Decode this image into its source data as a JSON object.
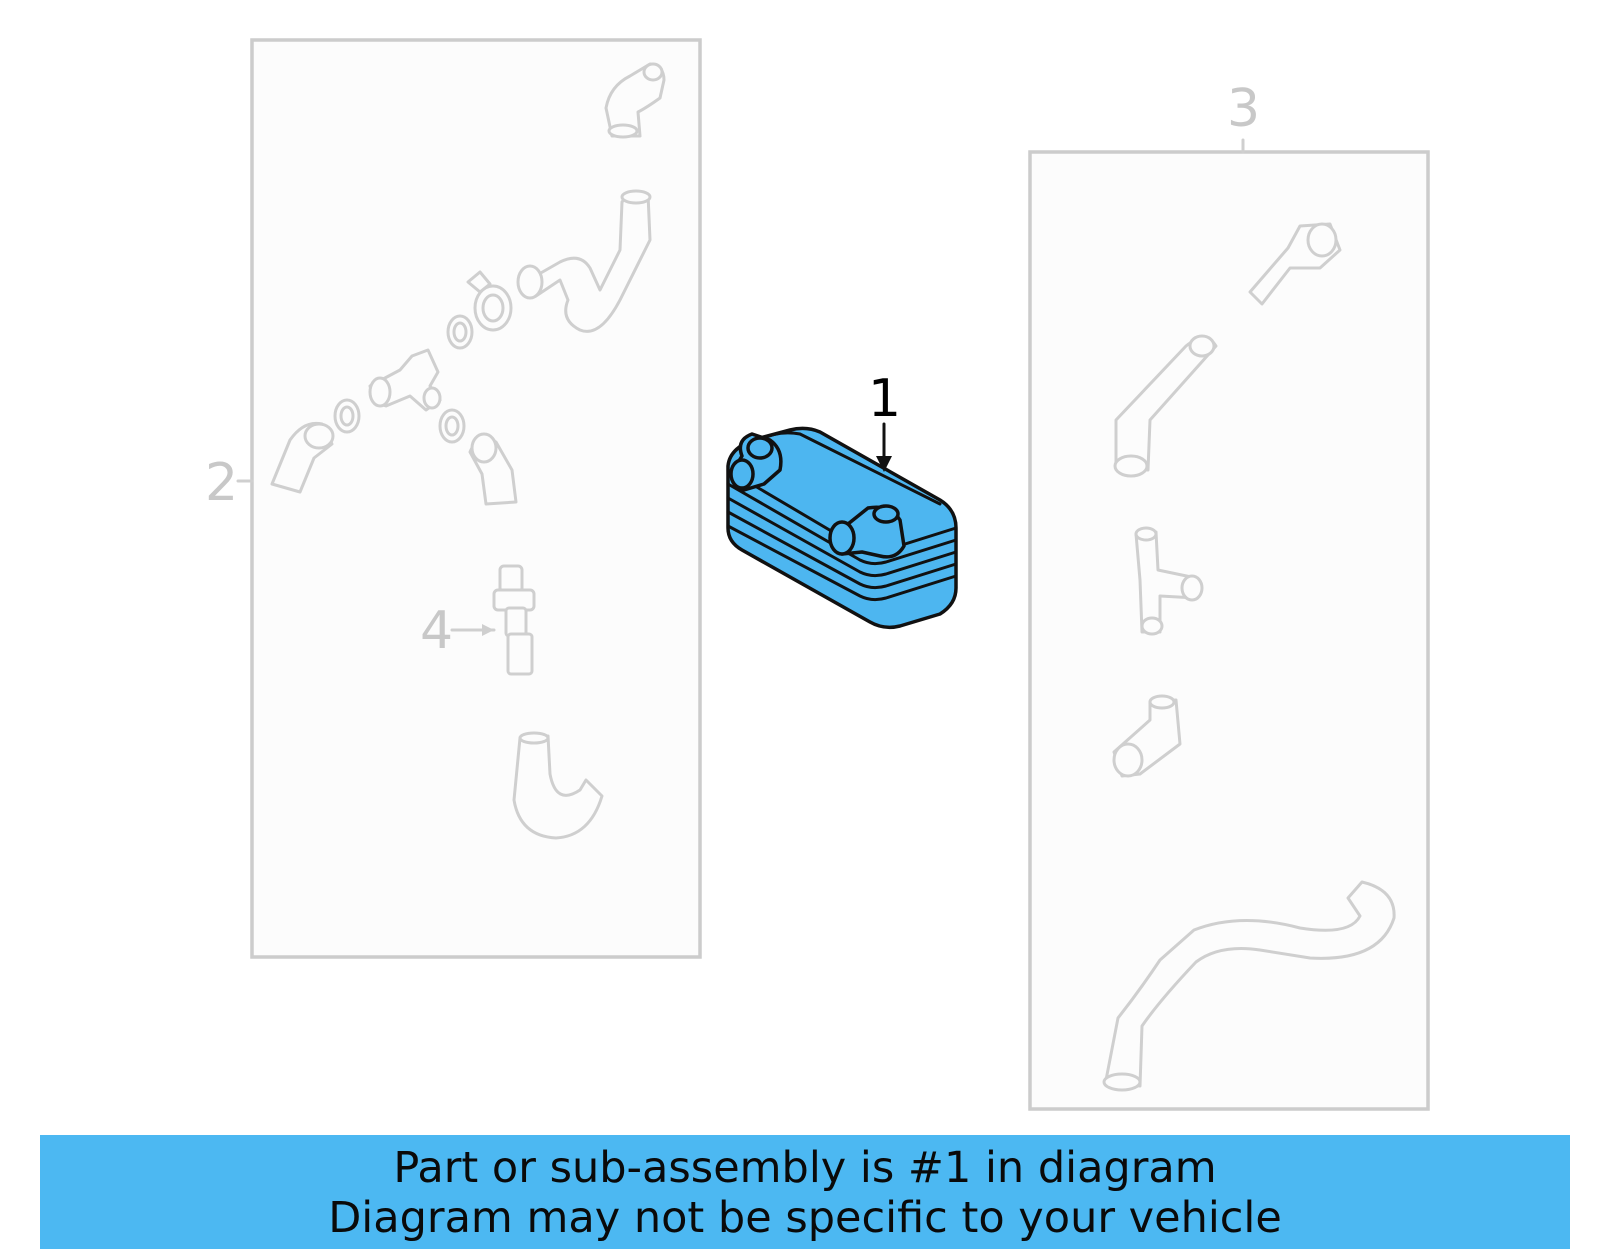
{
  "callouts": {
    "part_1": "1",
    "part_2": "2",
    "part_3": "3",
    "part_4": "4"
  },
  "banner": {
    "line1": "Part or sub-assembly is #1 in diagram",
    "line2": "Diagram may not be specific to your vehicle"
  },
  "colors": {
    "highlight": "#4db6f0",
    "banner": "#4cb8f2",
    "ghost_lines": "#cfcfcf"
  }
}
